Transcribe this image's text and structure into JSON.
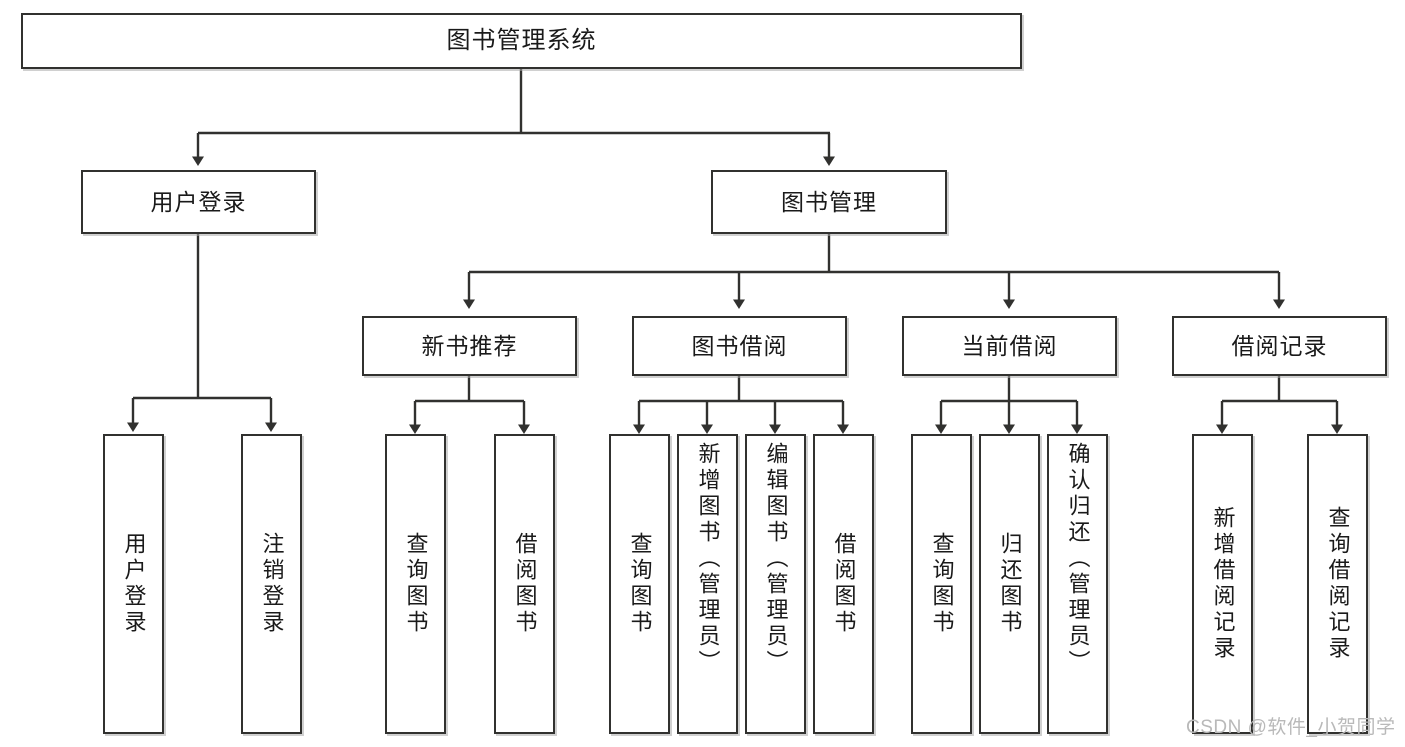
{
  "diagram": {
    "title": "图书管理系统",
    "type": "tree-hierarchy",
    "watermark": "CSDN @软件_小贺同学",
    "nodes": {
      "root": {
        "label": "图书管理系统"
      },
      "level2": [
        {
          "id": "user-login",
          "label": "用户登录"
        },
        {
          "id": "book-management",
          "label": "图书管理"
        }
      ],
      "level3": [
        {
          "id": "new-book-recommend",
          "label": "新书推荐"
        },
        {
          "id": "book-borrow",
          "label": "图书借阅"
        },
        {
          "id": "current-borrow",
          "label": "当前借阅"
        },
        {
          "id": "borrow-record",
          "label": "借阅记录"
        }
      ],
      "leaves": {
        "user-login": [
          {
            "id": "leaf-user-login",
            "label": "用户登录"
          },
          {
            "id": "leaf-logout-login",
            "label": "注销登录"
          }
        ],
        "new-book-recommend": [
          {
            "id": "leaf-query-book-1",
            "label": "查询图书"
          },
          {
            "id": "leaf-borrow-book-1",
            "label": "借阅图书"
          }
        ],
        "book-borrow": [
          {
            "id": "leaf-query-book-2",
            "label": "查询图书"
          },
          {
            "id": "leaf-add-book",
            "label": "新增图书（管理员）"
          },
          {
            "id": "leaf-edit-book",
            "label": "编辑图书（管理员）"
          },
          {
            "id": "leaf-borrow-book-2",
            "label": "借阅图书"
          }
        ],
        "current-borrow": [
          {
            "id": "leaf-query-book-3",
            "label": "查询图书"
          },
          {
            "id": "leaf-return-book",
            "label": "归还图书"
          },
          {
            "id": "leaf-confirm-return",
            "label": "确认归还（管理员）"
          }
        ],
        "borrow-record": [
          {
            "id": "leaf-add-record",
            "label": "新增借阅记录"
          },
          {
            "id": "leaf-query-record",
            "label": "查询借阅记录"
          }
        ]
      }
    },
    "colors": {
      "border": "#31312f",
      "background": "#ffffff",
      "text": "#1a1a1a",
      "watermark": "#b9b9b9"
    }
  }
}
